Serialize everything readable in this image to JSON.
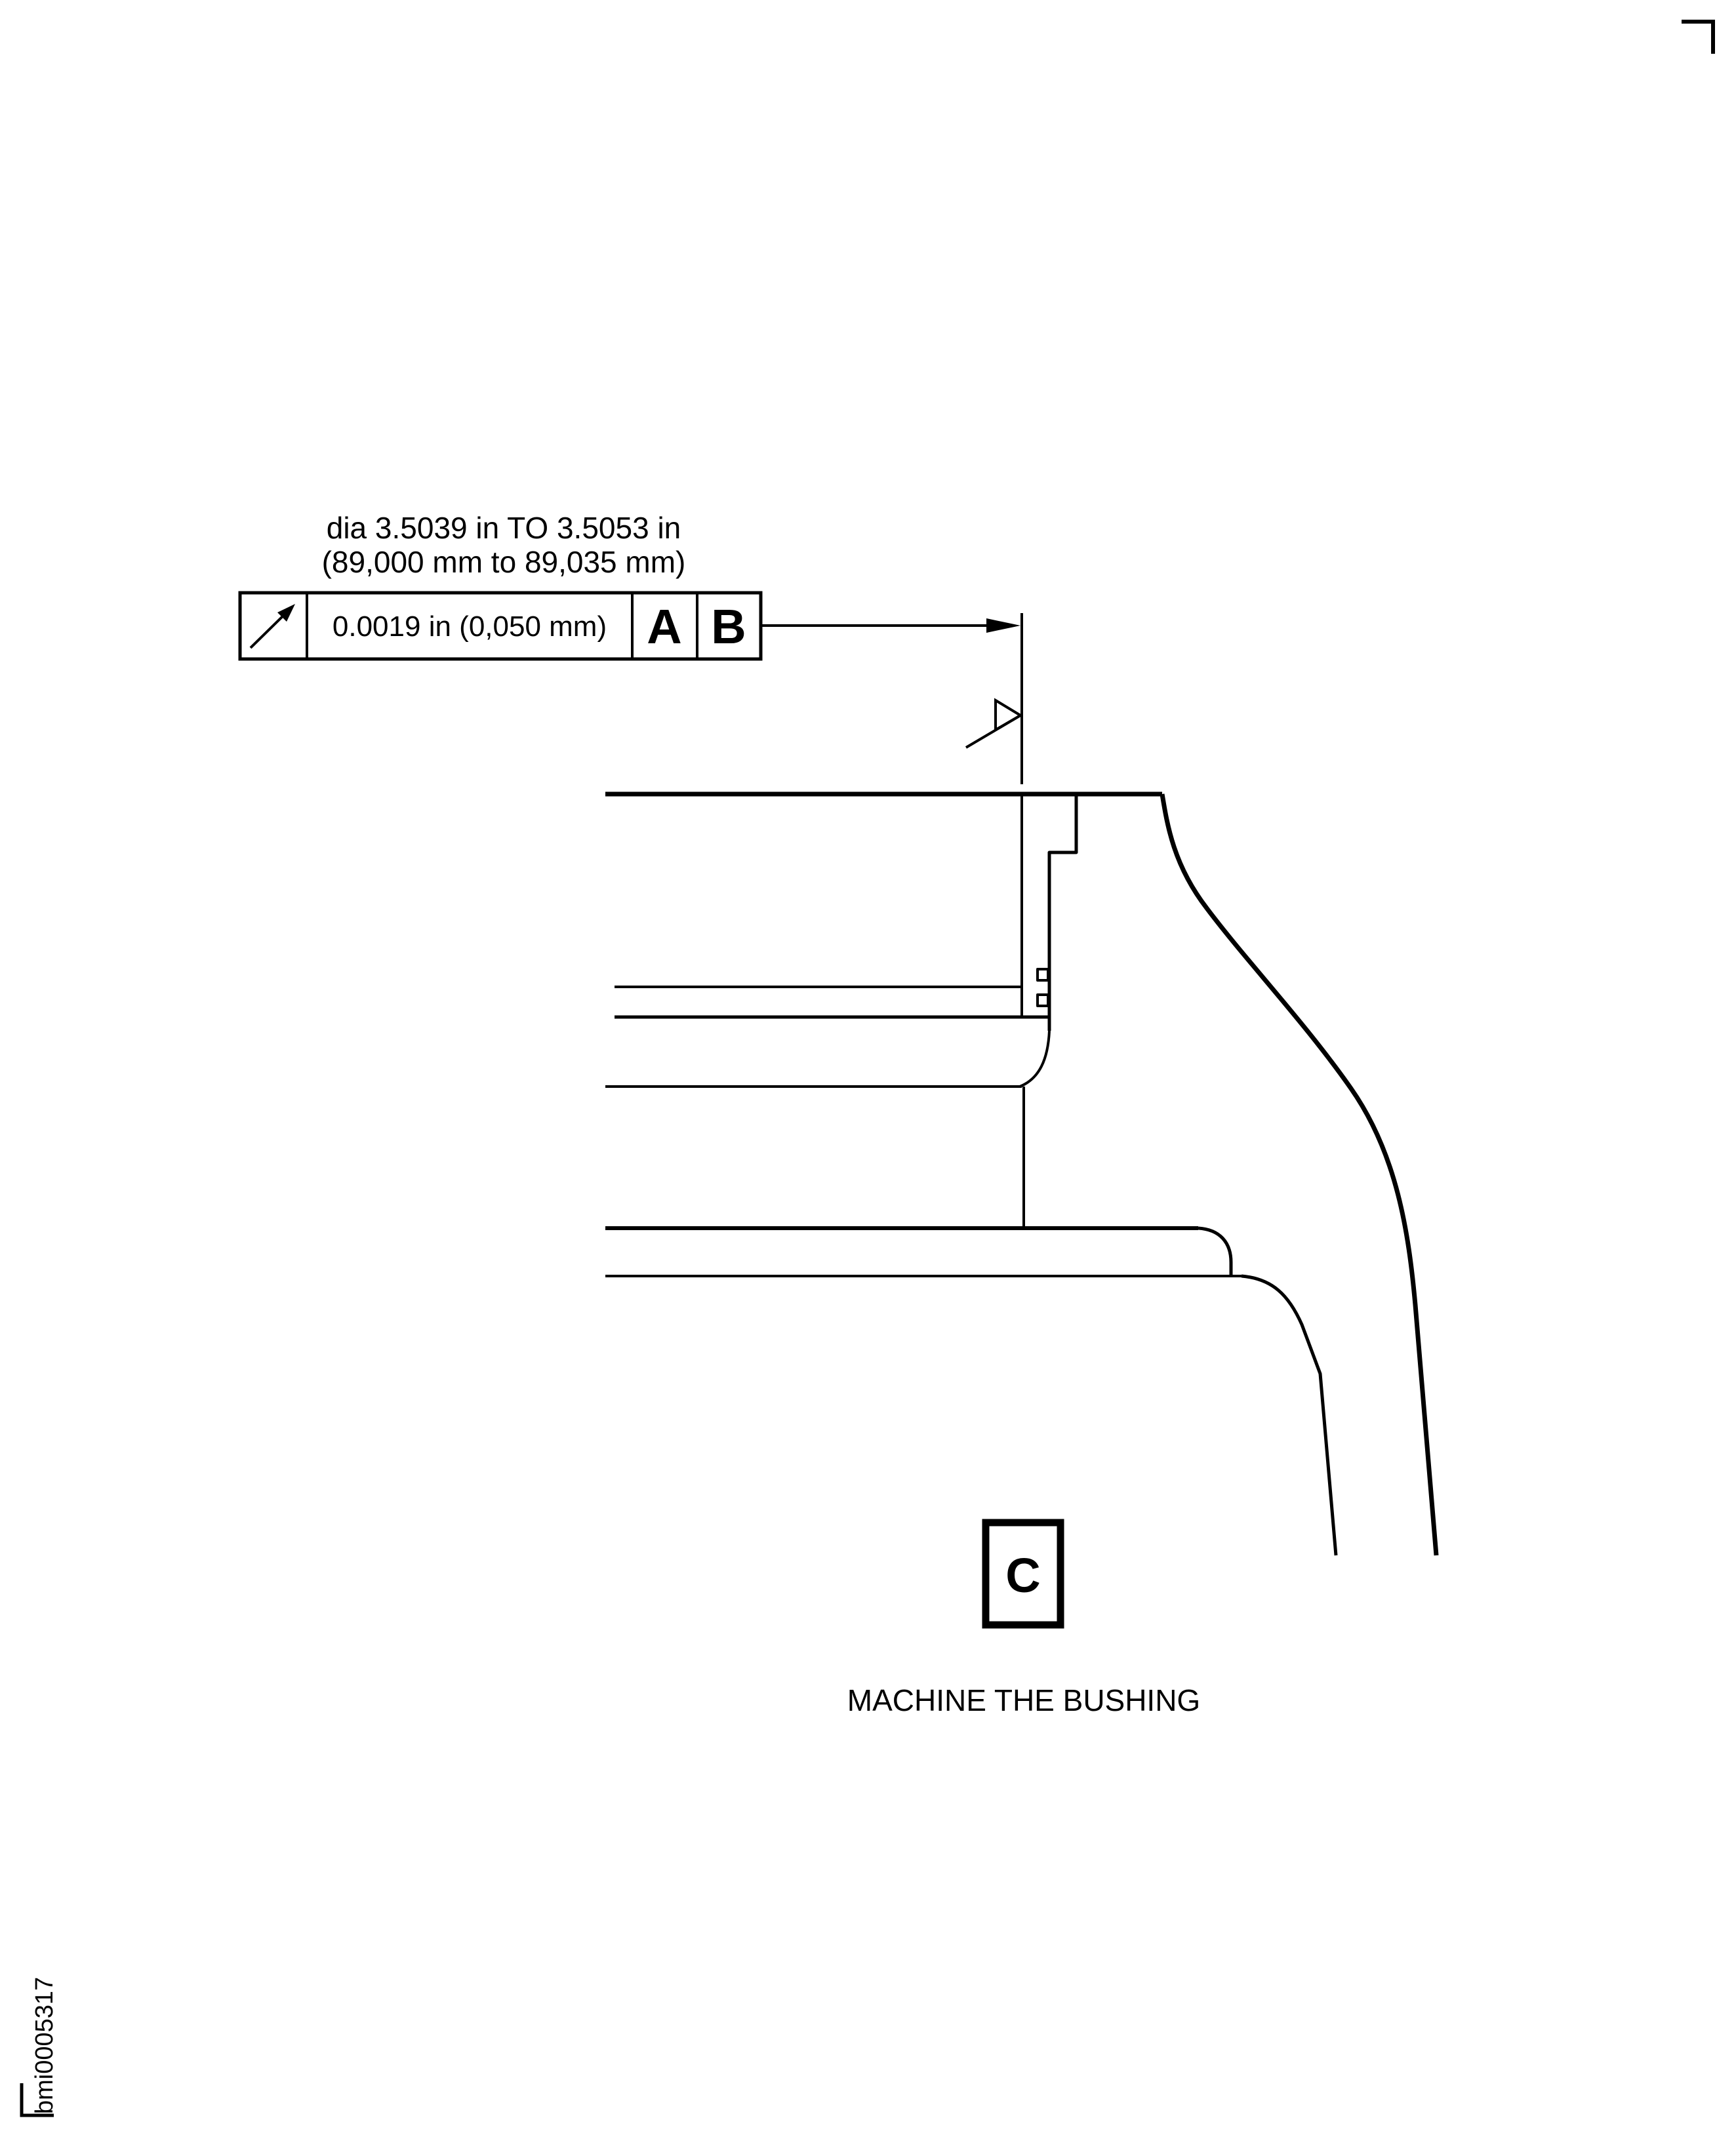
{
  "drawing": {
    "figure_id": "bmi0005317",
    "caption": "MACHINE THE BUSHING",
    "view_callout": "C",
    "dimension": {
      "line1": "dia 3.5039 in TO 3.5053 in",
      "line2": "(89,000 mm to 89,035 mm)"
    },
    "feature_control_frame": {
      "symbol": "circular-runout-arrow",
      "tolerance": "0.0019 in (0,050 mm)",
      "datum_primary": "A",
      "datum_secondary": "B"
    },
    "colors": {
      "line": "#000000",
      "background": "#ffffff"
    }
  }
}
